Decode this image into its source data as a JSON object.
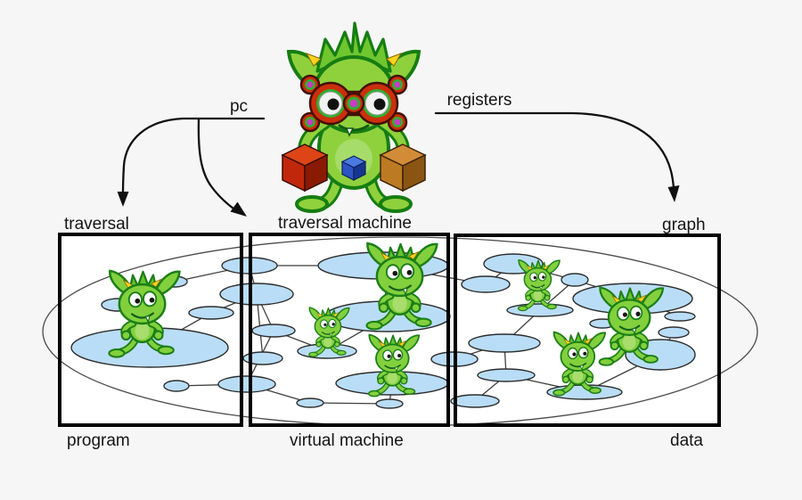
{
  "diagram": {
    "pc_label": "pc",
    "registers_label": "registers",
    "boxes": [
      {
        "top_label": "traversal",
        "bottom_label": "program"
      },
      {
        "top_label": "traversal machine",
        "bottom_label": "virtual machine"
      },
      {
        "top_label": "graph",
        "bottom_label": "data"
      }
    ],
    "icons": {
      "mascot": "gremlin-machine-mascot",
      "traverser": "gremlin-traverser-icon",
      "vertex": "graph-vertex-ellipse"
    },
    "colors": {
      "background": "#f6f6f6",
      "box_border": "#000000",
      "box_fill": "#ffffff",
      "vertex_fill": "#b9ddf6",
      "edge_stroke": "#3f3f3f",
      "gremlin_body": "#83d03e",
      "gremlin_outline": "#1b7f16",
      "goggles_red": "#cc2f0d",
      "goggles_green": "#2db22d",
      "goggles_magenta": "#c73ec7",
      "cube_red": "#c1270b",
      "cube_brown": "#bc7a22",
      "cube_blue": "#2d53c4",
      "horn_yellow": "#ffd21e"
    }
  }
}
